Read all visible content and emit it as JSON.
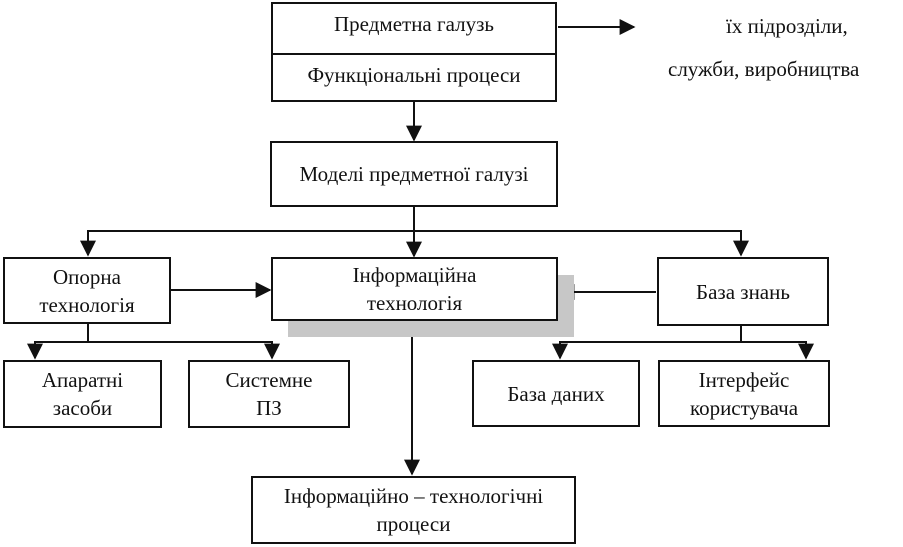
{
  "nodes": {
    "domain": "Предметна галузь",
    "processes": "Функціональні процеси",
    "models": "Моделі предметної галузі",
    "base_tech": "Опорна\nтехнологія",
    "info_tech": "Інформаційна\nтехнологія",
    "knowledge_base": "База знань",
    "hardware": "Апаратні\nзасоби",
    "system_sw": "Системне\nПЗ",
    "database": "База даних",
    "user_interface": "Інтерфейс\nкористувача",
    "it_processes": "Інформаційно – технологічні\nпроцеси"
  },
  "side_note": {
    "line1": "їх підрозділи,",
    "line2": "служби, виробництва"
  }
}
